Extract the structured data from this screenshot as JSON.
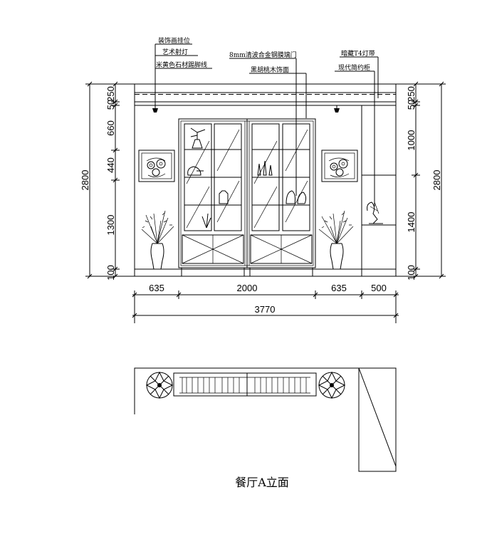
{
  "annotations": {
    "painting_hanger": "装饰画挂位",
    "art_spotlight": "艺术射灯",
    "baseboard": "米黄色石材踢脚线",
    "glass_door": "8mm清波合金钢膜璃门",
    "walnut_finish": "黑胡桃木饰面",
    "t4_strip": "暗藏T4灯带",
    "modern_cabinet": "现代简约柜"
  },
  "left_dims": [
    "250",
    "50",
    "660",
    "440",
    "1300",
    "100"
  ],
  "left_total": "2800",
  "right_dims": [
    "250",
    "50",
    "1000",
    "1400",
    "100"
  ],
  "right_total": "2800",
  "bottom_dims": [
    "635",
    "2000",
    "635",
    "500"
  ],
  "bottom_total": "3770",
  "title": "餐厅A立面"
}
